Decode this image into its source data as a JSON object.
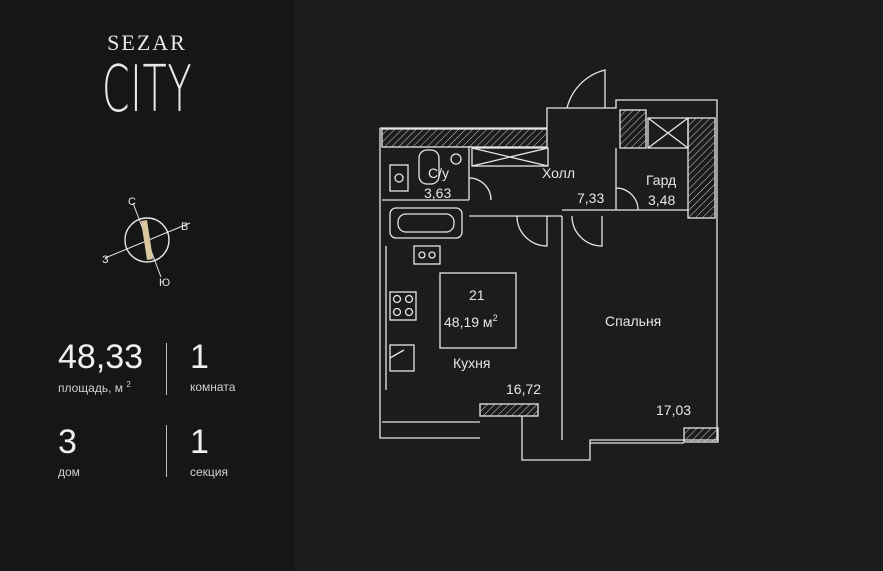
{
  "brand": {
    "line1": "SEZAR",
    "line2": "CITY"
  },
  "compass": {
    "north": "С",
    "east": "В",
    "south": "Ю",
    "west": "З"
  },
  "stats": {
    "area_value": "48,33",
    "area_label": "площадь, м",
    "area_unit_sup": "2",
    "rooms_value": "1",
    "rooms_label": "комната",
    "house_value": "3",
    "house_label": "дом",
    "section_value": "1",
    "section_label": "секция"
  },
  "plan": {
    "apartment_number": "21",
    "apartment_area": "48,19 м",
    "apartment_area_sup": "2",
    "rooms": [
      {
        "name": "С/у",
        "area": "3,63"
      },
      {
        "name": "Холл",
        "area": "7,33"
      },
      {
        "name": "Гард",
        "area": "3,48"
      },
      {
        "name": "Кухня",
        "area": "16,72"
      },
      {
        "name": "Спальня",
        "area": "17,03"
      }
    ]
  }
}
